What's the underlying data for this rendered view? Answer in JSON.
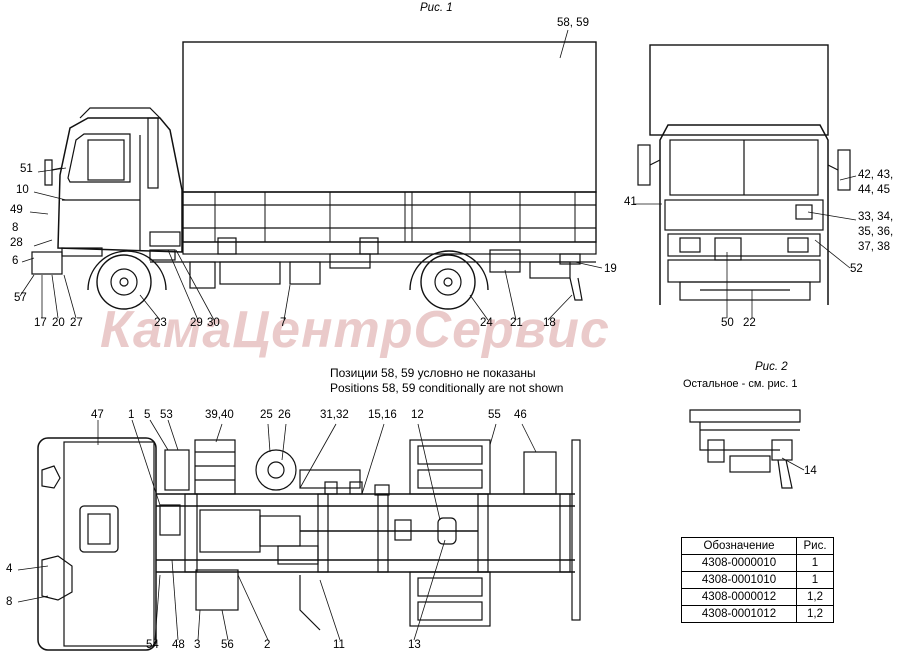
{
  "fig1_title": "Рис. 1",
  "fig2_title": "Рис. 2",
  "fig2_note": "Остальное - см. рис. 1",
  "note_ru": "Позиции 58, 59 условно не показаны",
  "note_en": "Positions 58, 59 conditionally are not shown",
  "watermark": "КамаЦентрСервис",
  "table": {
    "headers": [
      "Обозначение",
      "Рис."
    ],
    "rows": [
      [
        "4308-0000010",
        "1"
      ],
      [
        "4308-0001010",
        "1"
      ],
      [
        "4308-0000012",
        "1,2"
      ],
      [
        "4308-0001012",
        "1,2"
      ]
    ]
  },
  "callouts": {
    "side": [
      "58, 59",
      "51",
      "10",
      "49",
      "8",
      "28",
      "6",
      "57",
      "17",
      "20",
      "27",
      "23",
      "29",
      "30",
      "7",
      "24",
      "21",
      "18",
      "19"
    ],
    "front": [
      "41",
      "42, 43,",
      "44, 45",
      "33, 34,",
      "35, 36,",
      "37, 38",
      "52",
      "50",
      "22"
    ],
    "top": [
      "47",
      "1",
      "5",
      "53",
      "39,40",
      "25",
      "26",
      "31,32",
      "15,16",
      "12",
      "55",
      "46",
      "4",
      "8",
      "54",
      "48",
      "3",
      "56",
      "2",
      "11",
      "13"
    ],
    "fig2": [
      "14"
    ]
  }
}
